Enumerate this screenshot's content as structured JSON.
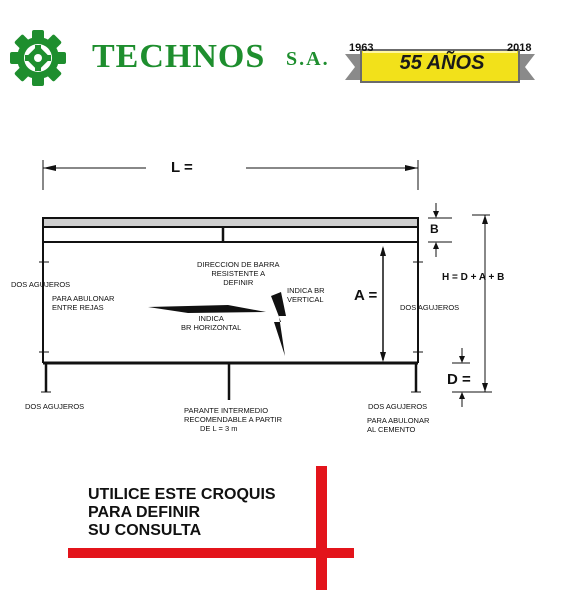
{
  "header": {
    "brand_name": "TECHNOS",
    "brand_suffix": "S.A.",
    "year_start": "1963",
    "year_end": "2018",
    "anniversary_text": "55 AÑOS",
    "brand_color": "#1e8e2e",
    "ribbon_color": "#f2e11a",
    "logo_icon": "gear-icon"
  },
  "diagram": {
    "dim_length": "L =",
    "dim_b": "B",
    "dim_a": "A =",
    "dim_d": "D =",
    "formula_h": "H = D + A + B",
    "label_holes_top_left": "DOS AGUJEROS",
    "label_holes_right": "DOS AGUJEROS",
    "label_holes_bottom_left": "DOS AGUJEROS",
    "label_holes_bottom_right": "DOS AGUJEROS",
    "label_bolt_bars": [
      "PARA ABULONAR",
      "ENTRE REJAS"
    ],
    "label_bar_direction": [
      "DIRECCION DE BARRA",
      "RESISTENTE A",
      "DEFINIR"
    ],
    "label_br_horizontal": [
      "INDICA",
      "BR HORIZONTAL"
    ],
    "label_br_vertical": [
      "INDICA BR",
      "VERTICAL"
    ],
    "label_post": [
      "PARANTE INTERMEDIO",
      "RECOMENDABLE A PARTIR",
      "DE    L = 3 m"
    ],
    "label_bolt_cement": [
      "PARA ABULONAR",
      "AL CEMENTO"
    ]
  },
  "note": {
    "lines": [
      "UTILICE ESTE CROQUIS",
      "PARA DEFINIR",
      "SU CONSULTA"
    ],
    "accent_color": "#e3141b"
  }
}
